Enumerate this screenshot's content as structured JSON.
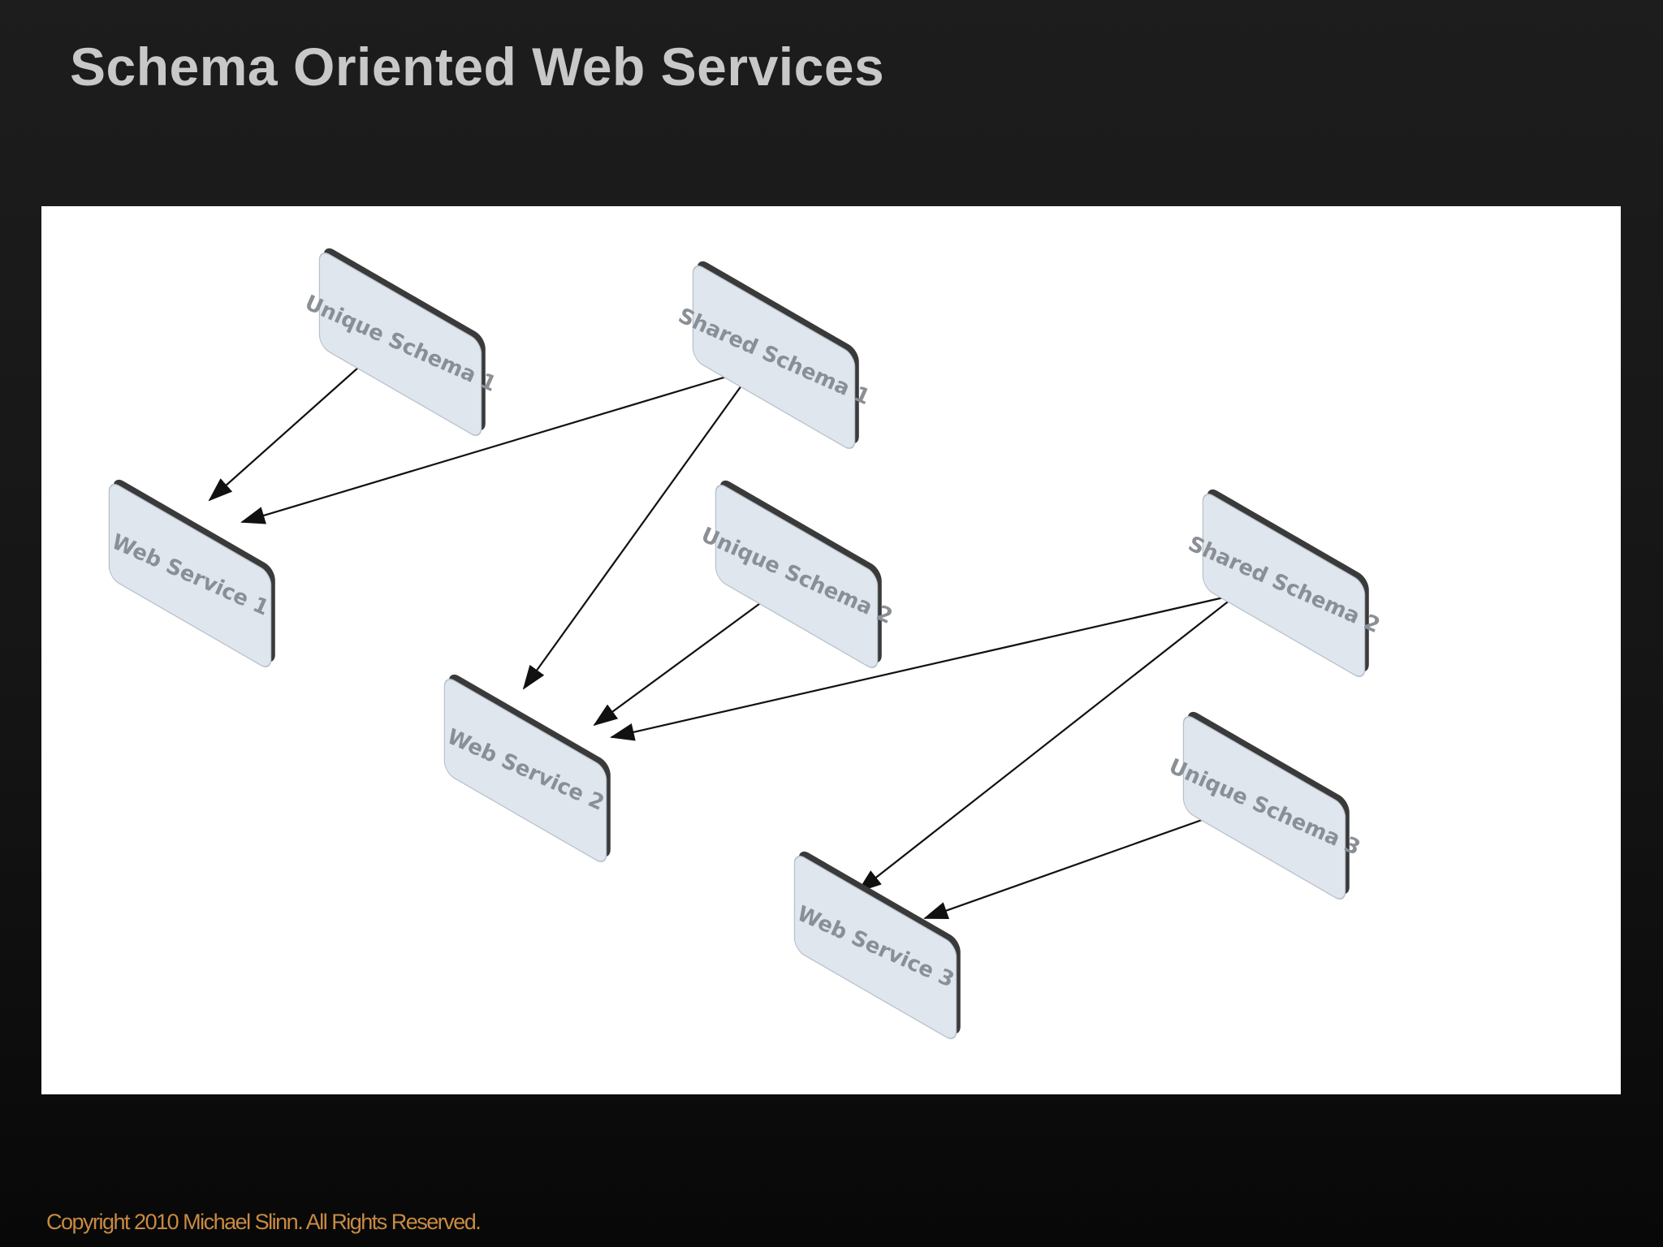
{
  "slide": {
    "title": "Schema Oriented Web Services",
    "footer": "Copyright 2010 Michael Slinn.  All Rights Reserved."
  },
  "diagram": {
    "nodes": [
      {
        "id": "unique-schema-1",
        "label": "Unique Schema 1"
      },
      {
        "id": "shared-schema-1",
        "label": "Shared Schema 1"
      },
      {
        "id": "web-service-1",
        "label": "Web Service 1"
      },
      {
        "id": "unique-schema-2",
        "label": "Unique Schema 2"
      },
      {
        "id": "shared-schema-2",
        "label": "Shared Schema 2"
      },
      {
        "id": "web-service-2",
        "label": "Web Service 2"
      },
      {
        "id": "unique-schema-3",
        "label": "Unique Schema 3"
      },
      {
        "id": "web-service-3",
        "label": "Web Service 3"
      }
    ],
    "edges": [
      {
        "from": "unique-schema-1",
        "to": "web-service-1"
      },
      {
        "from": "shared-schema-1",
        "to": "web-service-1"
      },
      {
        "from": "shared-schema-1",
        "to": "web-service-2"
      },
      {
        "from": "unique-schema-2",
        "to": "web-service-2"
      },
      {
        "from": "shared-schema-2",
        "to": "web-service-2"
      },
      {
        "from": "shared-schema-2",
        "to": "web-service-3"
      },
      {
        "from": "unique-schema-3",
        "to": "web-service-3"
      }
    ],
    "colors": {
      "block_face": "#dfe6ee",
      "block_edge": "#3a3a3a",
      "label": "#8a8f96",
      "arrow": "#111111"
    }
  }
}
